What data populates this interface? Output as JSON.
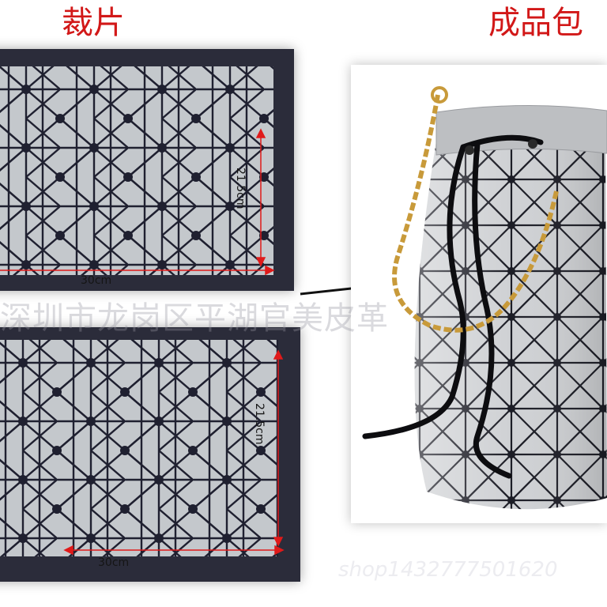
{
  "titles": {
    "left": "裁片",
    "right": "成品包"
  },
  "dimensions": {
    "top_width": "30cm",
    "top_height": "21.5cm",
    "bottom_width": "30cm",
    "bottom_height": "21.5cm"
  },
  "watermarks": {
    "main": "深圳市龙岗区平湖官美皮革",
    "bottom": "shop1432777501620"
  },
  "colors": {
    "title": "#d21818",
    "dimension_line": "#e01a1a",
    "sheet_background": "#2b2c3a",
    "tile_silver": "#c4c8cc"
  }
}
